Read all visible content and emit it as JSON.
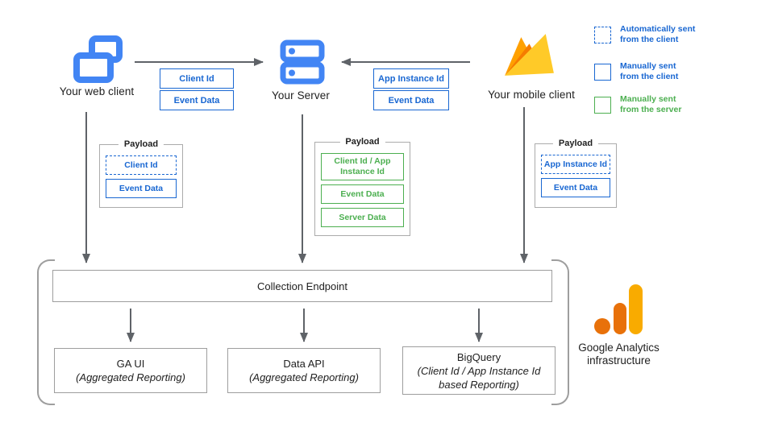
{
  "colors": {
    "icon_blue": "#4285F4",
    "box_blue": "#1967D2",
    "box_green": "#4CAF50",
    "gray_border": "#9E9E9E",
    "arrow_gray": "#5F6368",
    "firebase_left": "#FFA000",
    "firebase_mid": "#F57C00",
    "firebase_main": "#FFCA28",
    "ga_orange": "#E8710A",
    "ga_amber": "#F9AB00"
  },
  "nodes": {
    "web": {
      "label": "Your web client"
    },
    "server": {
      "label": "Your Server"
    },
    "mobile": {
      "label": "Your mobile client"
    }
  },
  "flows": {
    "web_to_server": {
      "items": [
        {
          "label": "Client Id"
        },
        {
          "label": "Event Data"
        }
      ]
    },
    "mobile_to_server": {
      "items": [
        {
          "label": "App Instance Id"
        },
        {
          "label": "Event Data"
        }
      ]
    }
  },
  "legend": {
    "items": [
      {
        "style": "dashed-blue",
        "line1": "Automatically sent",
        "line2": "from the client"
      },
      {
        "style": "solid-blue",
        "line1": "Manually sent",
        "line2": "from the client"
      },
      {
        "style": "solid-green",
        "line1": "Manually sent",
        "line2": "from the server"
      }
    ]
  },
  "payloads": {
    "web": {
      "title": "Payload",
      "items": [
        {
          "label": "Client Id"
        },
        {
          "label": "Event Data"
        }
      ]
    },
    "server": {
      "title": "Payload",
      "items": [
        {
          "label": "Client Id / App Instance Id"
        },
        {
          "label": "Event Data"
        },
        {
          "label": "Server Data"
        }
      ]
    },
    "mobile": {
      "title": "Payload",
      "items": [
        {
          "label": "App Instance Id"
        },
        {
          "label": "Event Data"
        }
      ]
    }
  },
  "infrastructure": {
    "endpoint": {
      "label": "Collection Endpoint"
    },
    "outputs": [
      {
        "title": "GA UI",
        "subtitle": "(Aggregated Reporting)"
      },
      {
        "title": "Data API",
        "subtitle": "(Aggregated Reporting)"
      },
      {
        "title": "BigQuery",
        "subtitle": "(Client Id / App Instance Id based Reporting)"
      }
    ],
    "brand": {
      "line1": "Google Analytics",
      "line2": "infrastructure"
    }
  }
}
